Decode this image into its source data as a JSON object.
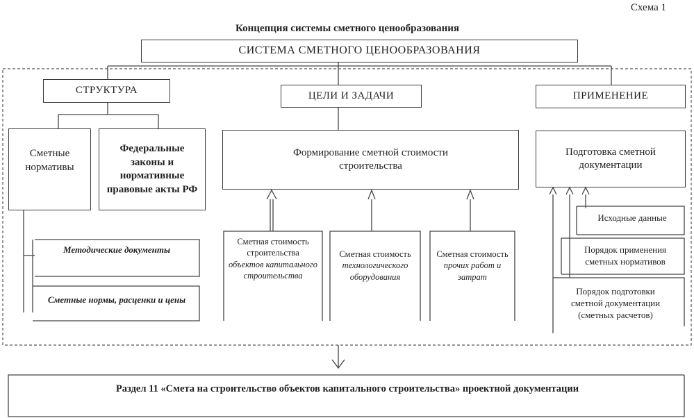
{
  "scheme_label": "Схема 1",
  "title": "Концепция системы сметного ценообразования",
  "system": "СИСТЕМА СМЕТНОГО ЦЕНООБРАЗОВАНИЯ",
  "columns": {
    "structure": {
      "header": "СТРУКТУРА",
      "sub1": "Сметные нормативы",
      "sub2": "Федеральные законы и нормативные правовые акты РФ",
      "item1": "Методические документы",
      "item2": "Сметные нормы, расценки и цены"
    },
    "goals": {
      "header": "ЦЕЛИ И ЗАДАЧИ",
      "main": "Формирование сметной стоимости строительства",
      "sources": [
        {
          "line1": "Сметная стоимость строительства",
          "line2": "объектов капитального строительства"
        },
        {
          "line1": "Сметная стоимость",
          "line2": "технологического оборудования"
        },
        {
          "line1": "Сметная стоимость",
          "line2": "прочих работ и затрат"
        }
      ]
    },
    "application": {
      "header": "ПРИМЕНЕНИЕ",
      "main": "Подготовка сметной документации",
      "item1": "Исходные данные",
      "item2": "Порядок применения сметных нормативов",
      "item3": "Порядок подготовки сметной документации (сметных расчетов)"
    }
  },
  "footer": "Раздел 11 «Смета на строительство объектов капитального строительства» проектной документации"
}
